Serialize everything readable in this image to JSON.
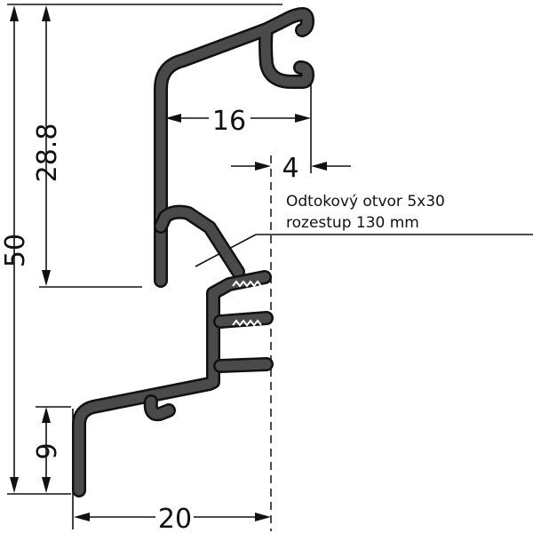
{
  "dimensions": {
    "height_total": "50",
    "height_upper": "28.8",
    "height_lower": "9",
    "width_top": "16",
    "width_gap": "4",
    "width_bottom": "20"
  },
  "note": {
    "line1": "Odtokový otvor 5x30",
    "line2": "rozestup 130 mm"
  },
  "colors": {
    "profile_fill": "#4a4a4a",
    "profile_edge": "#111111",
    "lines": "#111111"
  }
}
